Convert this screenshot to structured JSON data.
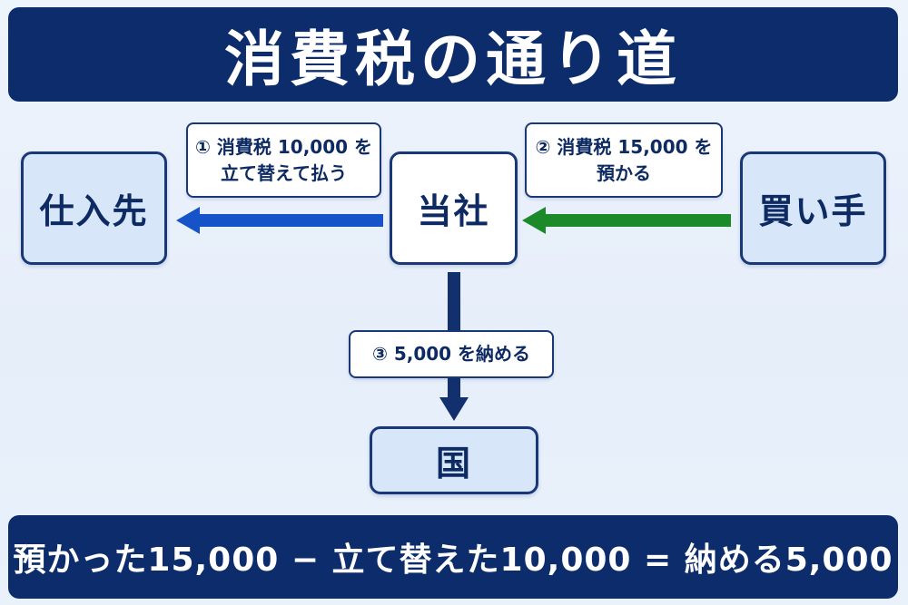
{
  "title": "消費税の通り道",
  "nodes": {
    "supplier": "仕入先",
    "company": "当社",
    "buyer": "買い手",
    "country": "国"
  },
  "flows": {
    "step1": {
      "line1": "① 消費税 10,000 を",
      "line2": "立て替えて払う"
    },
    "step2": {
      "line1": "② 消費税 15,000 を",
      "line2": "預かる"
    },
    "step3": {
      "line1": "③ 5,000 を納める"
    }
  },
  "formula": "預かった15,000 − 立て替えた10,000 = 納める5,000",
  "colors": {
    "navy": "#0d2c6b",
    "blue_arrow": "#1652c8",
    "green_arrow": "#1d8a2a",
    "down_arrow": "#12306e"
  }
}
